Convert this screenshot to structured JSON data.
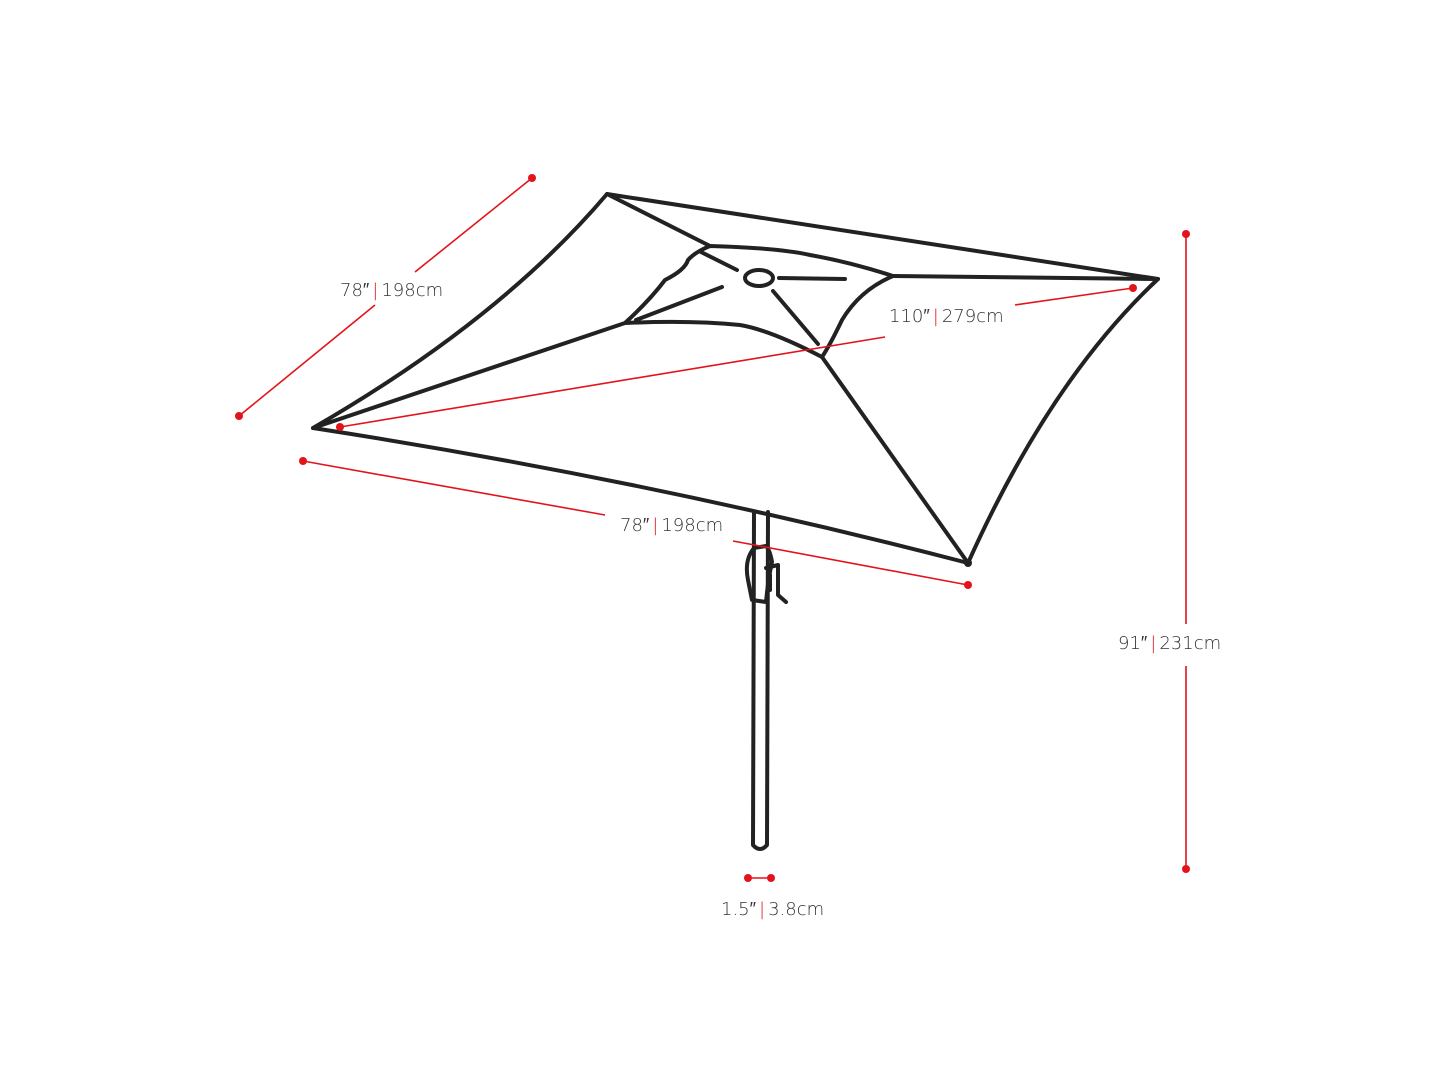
{
  "dimensions": {
    "canopy_depth": {
      "inch": "78″",
      "separator": "|",
      "cm": "198cm"
    },
    "canopy_diagonal": {
      "inch": "110″",
      "separator": "|",
      "cm": "279cm"
    },
    "canopy_width": {
      "inch": "78″",
      "separator": "|",
      "cm": "198cm"
    },
    "height": {
      "inch": "91″",
      "separator": "|",
      "cm": "231cm"
    },
    "pole_diameter": {
      "inch": "1.5″",
      "separator": "|",
      "cm": "3.8cm"
    }
  },
  "colors": {
    "line": "#222222",
    "dimension": "#e3131b",
    "text": "#333333"
  }
}
